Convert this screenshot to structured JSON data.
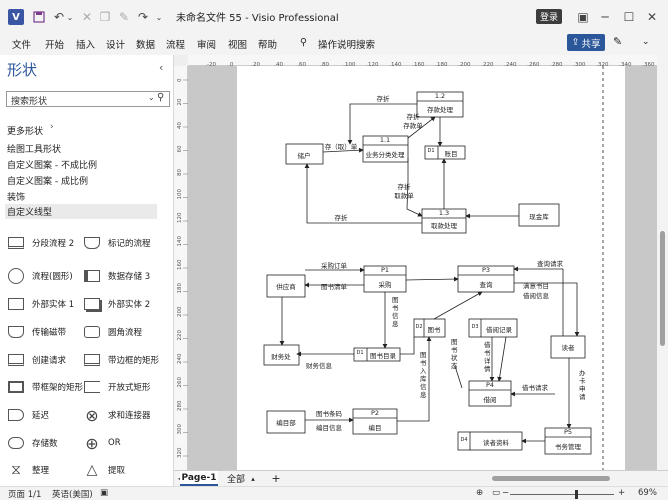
{
  "titlebar": {
    "title": "未命名文件 55  -  Visio Professional",
    "login_label": "登录",
    "app_icon_glyph": "V",
    "save_icon": "save-icon",
    "undo_icon": "undo-icon",
    "minimize_glyph": "─",
    "maximize_glyph": "☐",
    "close_glyph": "✕"
  },
  "menu": {
    "items": [
      "文件",
      "开始",
      "插入",
      "设计",
      "数据",
      "流程",
      "审阅",
      "视图",
      "帮助"
    ],
    "tell_me": "操作说明搜索",
    "share_label": "共享"
  },
  "sidebar": {
    "title": "形状",
    "search_placeholder": "搜索形状",
    "more_shapes": "更多形状",
    "links": [
      "绘图工具形状",
      "自定义图案 - 不成比例",
      "自定义图案 - 成比例",
      "装饰",
      "自定义线型"
    ],
    "stencils": [
      [
        "分段流程 2",
        "标记的流程"
      ],
      [
        "流程(圆形)",
        "数据存储 3"
      ],
      [
        "外部实体 1",
        "外部实体 2"
      ],
      [
        "传输磁带",
        "圆角流程"
      ],
      [
        "创建请求",
        "带边框的矩形"
      ],
      [
        "带框架的矩形",
        "开放式矩形"
      ],
      [
        "延迟",
        "求和连接器"
      ],
      [
        "存储数",
        "OR"
      ],
      [
        "整理",
        "提取"
      ]
    ]
  },
  "ruler": {
    "top": [
      "-20",
      "0",
      "20",
      "40",
      "60",
      "80",
      "100",
      "120",
      "140",
      "160",
      "180",
      "200",
      "220",
      "240",
      "260",
      "280",
      "300",
      "320",
      "340",
      "360"
    ],
    "left": [
      "0",
      "20",
      "40",
      "60",
      "80",
      "100",
      "120",
      "140",
      "160",
      "180",
      "200",
      "220",
      "240",
      "260",
      "280",
      "300",
      "320"
    ]
  },
  "diagram": {
    "top": {
      "user": "储户",
      "p11_id": "1.1",
      "p11": "业务分类处理",
      "p12_id": "1.2",
      "p12": "存款处理",
      "p13_id": "1.3",
      "p13": "取款处理",
      "d1_id": "D1",
      "d1": "账目",
      "cash": "现金库",
      "f_deposit_top": "存折",
      "f_deposit_withdraw": "存（取）单",
      "f_deposit_slip_a": "存折",
      "f_deposit_slip_b": "存款单",
      "f_withdraw_slip_a": "存折",
      "f_withdraw_slip_b": "取款单",
      "f_bottom": "存折"
    },
    "bottom": {
      "supplier": "供应商",
      "finance": "财务处",
      "editor": "编目部",
      "reader": "读者",
      "p1_id": "P1",
      "p1": "采购",
      "p2_id": "P2",
      "p2": "编目",
      "p3_id": "P3",
      "p3": "查询",
      "p4_id": "P4",
      "p4": "借阅",
      "p5_id": "P5",
      "p5": "书务管理",
      "d1_id": "D1",
      "d1": "图书目录",
      "d2_id": "D2",
      "d2": "图书",
      "d3_id": "D3",
      "d3": "借阅记录",
      "d4_id": "D4",
      "d4": "读者资料",
      "f_purchase_order": "采购订单",
      "f_book_list": "图书清单",
      "f_book_info_v": "图书信息",
      "f_finance_info": "财务信息",
      "f_book_code": "图书条码",
      "f_catalog_info": "编目信息",
      "f_query_req": "查询请求",
      "f_result_a": "满意书目",
      "f_result_b": "借阅信息",
      "f_inout_v": "图书入库信息",
      "f_status_v": "图书状态",
      "f_detail_v": "借书详情",
      "f_borrow_req": "借书请求",
      "f_handle_v": "办卡申请"
    }
  },
  "tabs": {
    "page1": "Page-1",
    "all": "全部",
    "add": "+"
  },
  "status": {
    "page": "页面 1/1",
    "lang": "英语(美国)",
    "zoom": "69%"
  }
}
